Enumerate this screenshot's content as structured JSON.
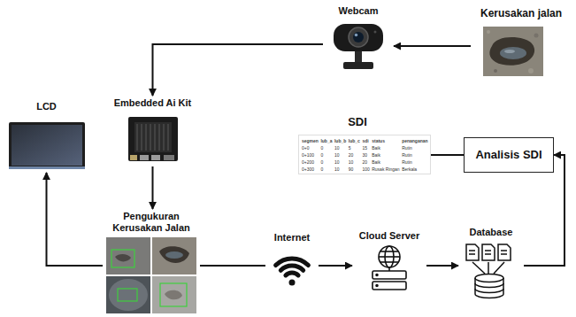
{
  "diagram": {
    "nodes": [
      {
        "text": [
          "Webcam"
        ]
      },
      {
        "text": [
          "Kerusakan jalan"
        ]
      },
      {
        "text": [
          "LCD"
        ]
      },
      {
        "text": [
          "Embedded Ai Kit"
        ]
      },
      {
        "text": [
          "SDI"
        ]
      },
      {
        "text": [
          "Analisis SDI"
        ]
      },
      {
        "text": [
          "Pengukuran Kerusakan Jalan"
        ]
      },
      {
        "text": [
          "Internet"
        ]
      },
      {
        "text": [
          "Cloud Server"
        ]
      },
      {
        "text": [
          "Database"
        ]
      }
    ],
    "edges": [
      {
        "from": 1,
        "to": 0,
        "arrow": "to"
      },
      {
        "from": 0,
        "to": 3,
        "arrow": "to"
      },
      {
        "from": 3,
        "to": 6,
        "arrow": "to"
      },
      {
        "from": 6,
        "to": 2,
        "arrow": "to"
      },
      {
        "from": 6,
        "to": 7,
        "arrow": "none"
      },
      {
        "from": 7,
        "to": 8,
        "arrow": "to"
      },
      {
        "from": 8,
        "to": 9,
        "arrow": "to"
      },
      {
        "from": 9,
        "to": 5,
        "arrow": "to"
      },
      {
        "from": 5,
        "to": 4,
        "arrow": "to"
      }
    ],
    "labels": [
      "segmen",
      "lub_a",
      "lub_b",
      "lub_c",
      "sdi",
      "status",
      "penanganan",
      "0+0",
      "0",
      "10",
      "5",
      "15",
      "Baik",
      "Rutin",
      "0+100",
      "0",
      "10",
      "20",
      "30",
      "Baik",
      "Rutin",
      "0+200",
      "0",
      "10",
      "10",
      "20",
      "Baik",
      "Rutin",
      "0+300",
      "0",
      "10",
      "90",
      "100",
      "Rusak Ringan",
      "Berkala"
    ]
  }
}
